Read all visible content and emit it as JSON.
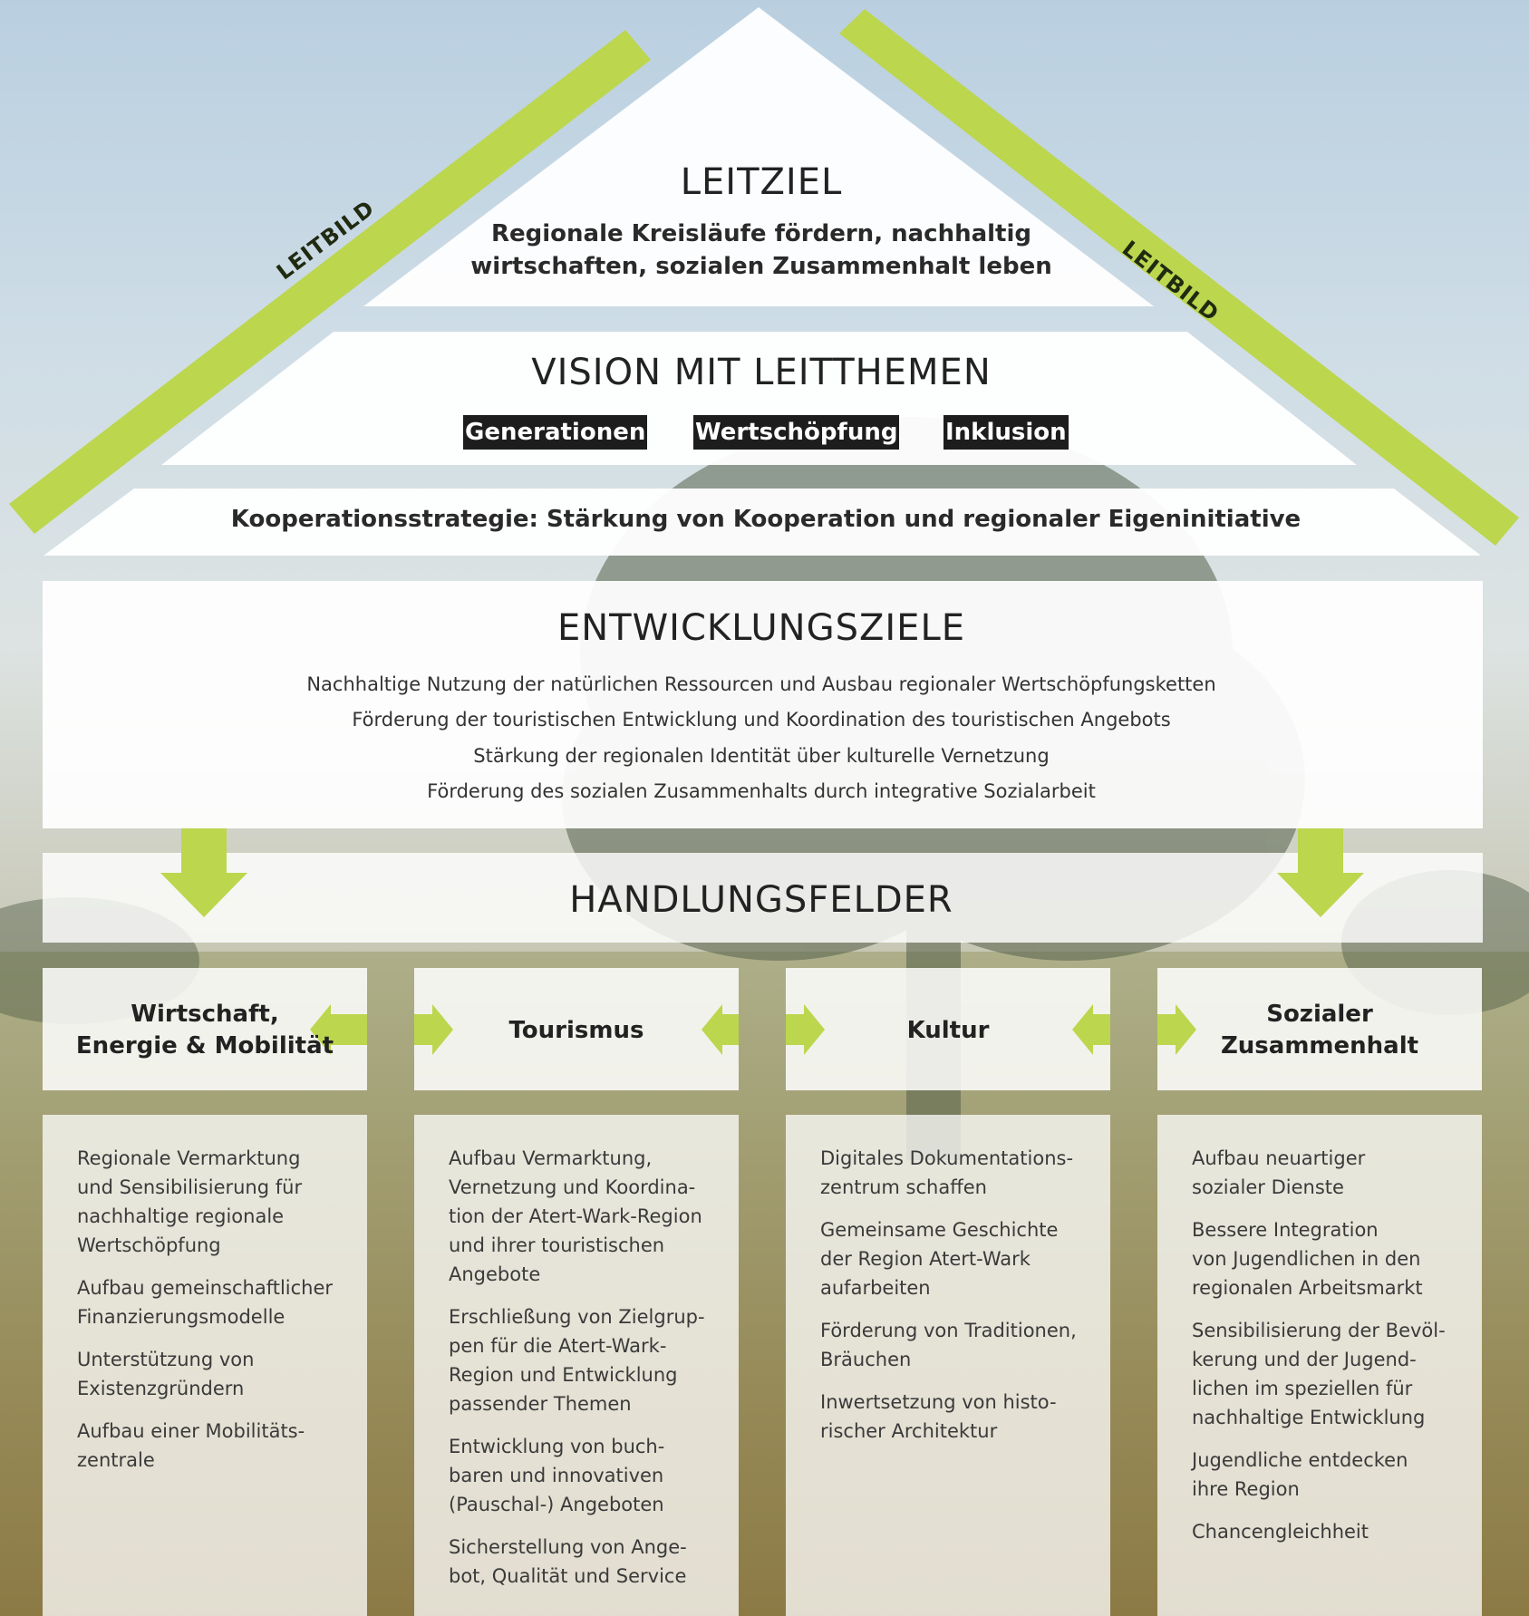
{
  "leitbild": {
    "left_label": "LEITBILD",
    "right_label": "LEITBILD"
  },
  "leitziel": {
    "heading": "LEITZIEL",
    "line1": "Regionale Kreisläufe fördern, nachhaltig",
    "line2": "wirtschaften, sozialen Zusammenhalt leben"
  },
  "vision": {
    "heading": "VISION MIT LEITTHEMEN",
    "themes": [
      "Generationen",
      "Wertschöpfung",
      "Inklusion"
    ]
  },
  "kooperation": "Kooperationsstrategie: Stärkung von Kooperation und regionaler Eigeninitiative",
  "entwicklungsziele": {
    "heading": "ENTWICKLUNGSZIELE",
    "items": [
      "Nachhaltige Nutzung der natürlichen Ressourcen und Ausbau regionaler Wertschöpfungsketten",
      "Förderung der touristischen Entwicklung und Koordination des touristischen Angebots",
      "Stärkung der regionalen Identität über kulturelle Vernetzung",
      "Förderung des sozialen Zusammenhalts durch integrative Sozialarbeit"
    ]
  },
  "handlungsfelder": {
    "heading": "HANDLUNGSFELDER",
    "fields": [
      {
        "title_lines": [
          "Wirtschaft,",
          "Energie & Mobilität"
        ],
        "items": [
          [
            "Regionale Vermarktung",
            "und Sensibilisierung für",
            "nachhaltige regionale",
            "Wertschöpfung"
          ],
          [
            "Aufbau gemeinschaftlicher",
            "Finanzierungsmodelle"
          ],
          [
            "Unterstützung von",
            "Existenzgründern"
          ],
          [
            "Aufbau einer Mobilitäts-",
            "zentrale"
          ]
        ]
      },
      {
        "title_lines": [
          "Tourismus"
        ],
        "items": [
          [
            "Aufbau Vermarktung,",
            "Vernetzung und Koordina-",
            "tion der Atert-Wark-Region",
            "und ihrer touristischen",
            "Angebote"
          ],
          [
            "Erschließung von Zielgrup-",
            "pen für die Atert-Wark-",
            "Region und Entwicklung",
            "passender Themen"
          ],
          [
            "Entwicklung von buch-",
            "baren und innovativen",
            "(Pauschal-) Angeboten"
          ],
          [
            "Sicherstellung von Ange-",
            "bot, Qualität und Service"
          ]
        ]
      },
      {
        "title_lines": [
          "Kultur"
        ],
        "items": [
          [
            "Digitales Dokumentations-",
            "zentrum schaffen"
          ],
          [
            "Gemeinsame Geschichte",
            "der Region Atert-Wark",
            "aufarbeiten"
          ],
          [
            "Förderung von Traditionen,",
            "Bräuchen"
          ],
          [
            "Inwertsetzung von histo-",
            "rischer Architektur"
          ]
        ]
      },
      {
        "title_lines": [
          "Sozialer",
          "Zusammenhalt"
        ],
        "items": [
          [
            "Aufbau neuartiger",
            "sozialer Dienste"
          ],
          [
            "Bessere Integration",
            "von Jugendlichen in den",
            "regionalen Arbeitsmarkt"
          ],
          [
            "Sensibilisierung der Bevöl-",
            "kerung und der Jugend-",
            "lichen im speziellen für",
            "nachhaltige Entwicklung"
          ],
          [
            "Jugendliche entdecken",
            "ihre Region"
          ],
          [
            "Chancengleichheit"
          ]
        ]
      }
    ]
  },
  "colors": {
    "accent_green": "#bcd64e",
    "panel": "#ffffff",
    "tag_bg": "#1d1d1d"
  }
}
